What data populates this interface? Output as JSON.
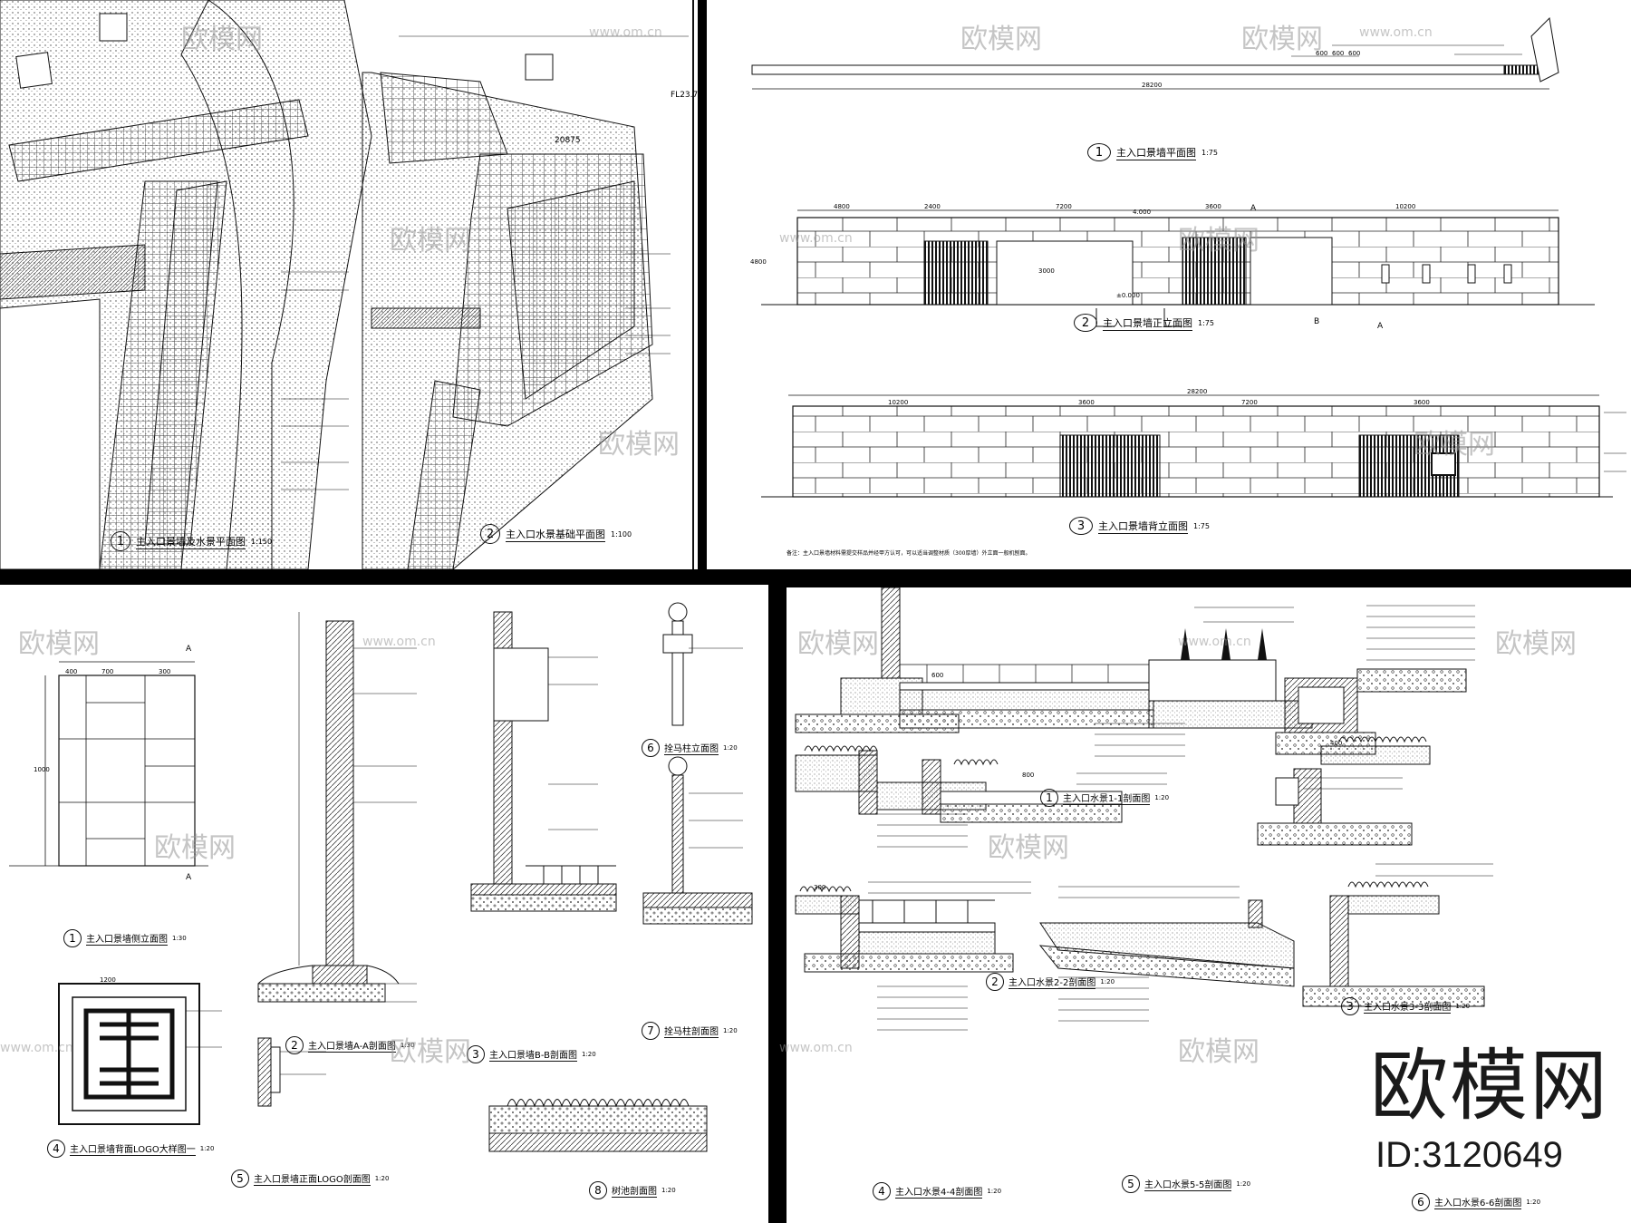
{
  "watermark": {
    "brand": "欧模网",
    "site": "www.om.cn",
    "id": "ID:3120649"
  },
  "panels": {
    "top_left": {
      "views": [
        {
          "no": "1",
          "title": "主入口景墙及水景平面图",
          "scale": "1:150"
        },
        {
          "no": "2",
          "title": "主入口水景基础平面图",
          "scale": "1:100"
        }
      ],
      "dims": [
        "20875",
        "FL23.7"
      ]
    },
    "top_right": {
      "views": [
        {
          "no": "1",
          "title": "主入口景墙平面图",
          "scale": "1:75"
        },
        {
          "no": "2",
          "title": "主入口景墙正立面图",
          "scale": "1:75"
        },
        {
          "no": "3",
          "title": "主入口景墙背立面图",
          "scale": "1:75"
        }
      ],
      "dims_plan": [
        "600",
        "600",
        "600",
        "28200"
      ],
      "dims_front": [
        "4800",
        "2400",
        "7200",
        "3600",
        "10200",
        "4800",
        "3000"
      ],
      "dims_back": [
        "10200",
        "3600",
        "7200",
        "3600",
        "28200"
      ],
      "levels": [
        "4.000",
        "±0.000"
      ],
      "section_marks": [
        "A",
        "B"
      ],
      "note": "备注：主入口景墙材料需提交样品并经甲方认可，可以适当调整材质（300厚墙）外立面一般机刨面。"
    },
    "bottom_left": {
      "views": [
        {
          "no": "1",
          "title": "主入口景墙侧立面图",
          "scale": "1:30"
        },
        {
          "no": "2",
          "title": "主入口景墙A-A剖面图",
          "scale": "1:30"
        },
        {
          "no": "3",
          "title": "主入口景墙B-B剖面图",
          "scale": "1:20"
        },
        {
          "no": "4",
          "title": "主入口景墙背面LOGO大样图一",
          "scale": "1:20"
        },
        {
          "no": "5",
          "title": "主入口景墙正面LOGO剖面图",
          "scale": "1:20"
        },
        {
          "no": "6",
          "title": "拴马柱立面图",
          "scale": "1:20"
        },
        {
          "no": "7",
          "title": "拴马柱剖面图",
          "scale": "1:20"
        },
        {
          "no": "8",
          "title": "树池剖面图",
          "scale": "1:20"
        }
      ],
      "dims": [
        "400",
        "700",
        "300",
        "1200",
        "1000"
      ],
      "section_marks": [
        "A",
        "A"
      ]
    },
    "bottom_right": {
      "views": [
        {
          "no": "1",
          "title": "主入口水景1-1剖面图",
          "scale": "1:20"
        },
        {
          "no": "2",
          "title": "主入口水景2-2剖面图",
          "scale": "1:20"
        },
        {
          "no": "3",
          "title": "主入口水景3-3剖面图",
          "scale": "1:20"
        },
        {
          "no": "4",
          "title": "主入口水景4-4剖面图",
          "scale": "1:20"
        },
        {
          "no": "5",
          "title": "主入口水景5-5剖面图",
          "scale": "1:20"
        },
        {
          "no": "6",
          "title": "主入口水景6-6剖面图",
          "scale": "1:20"
        }
      ],
      "dims": [
        "600",
        "800",
        "400",
        "300"
      ]
    }
  }
}
